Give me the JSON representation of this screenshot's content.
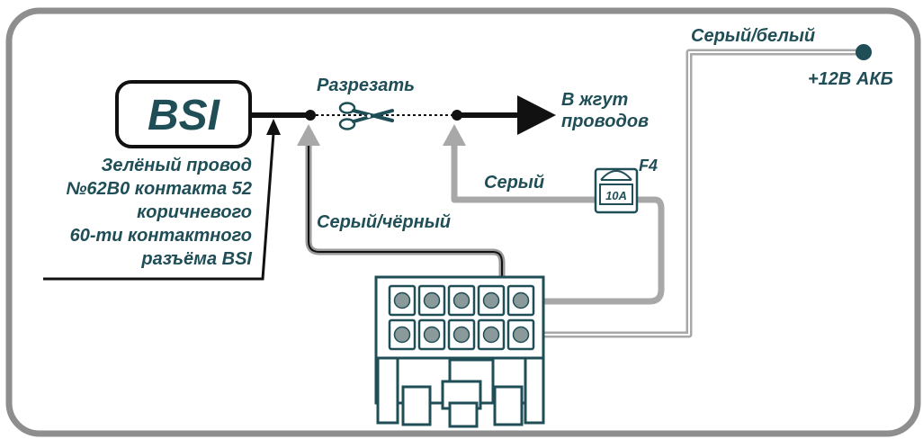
{
  "bsi_box": {
    "label": "BSI"
  },
  "labels": {
    "cut": "Разрезать",
    "to_harness_line1": "В жгут",
    "to_harness_line2": "проводов",
    "grey_white": "Серый/белый",
    "battery": "+12В АКБ",
    "fuse_name": "F4",
    "fuse_rating": "10A",
    "grey": "Серый",
    "grey_black": "Серый/чёрный"
  },
  "note_lines": [
    "Зелёный провод",
    "№62В0 контакта 52",
    "коричневого",
    "60-ти контактного",
    "разъёма BSI"
  ],
  "colors": {
    "frame": "#8e8e8e",
    "text": "#1f4e57",
    "wire_black": "#111111",
    "wire_grey": "#a8a8a8",
    "connector_pin": "#8a9a9a",
    "battery_dot": "#1f4e57"
  }
}
